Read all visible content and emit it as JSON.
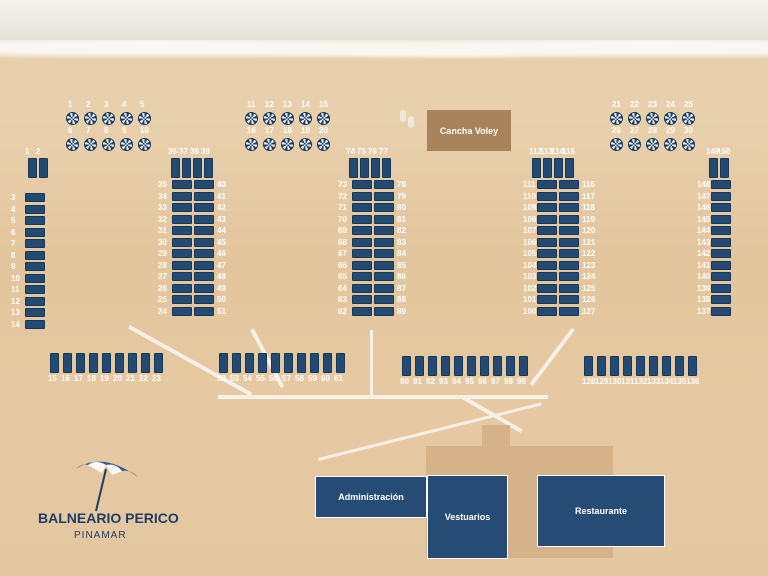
{
  "map_labels": {
    "cancha": "Cancha Voley",
    "administracion": "Administración",
    "vestuarios": "Vestuarios",
    "restaurante": "Restaurante"
  },
  "brand": {
    "title": "BALNEARIO PERICO",
    "subtitle": "PINAMAR"
  },
  "colors": {
    "lounger": "#224a73",
    "building": "#264c75",
    "sand": "#e6c9a2",
    "path": "#f6f0e6"
  },
  "umbrella_groups": [
    {
      "top": [
        "1",
        "2",
        "3",
        "4",
        "5"
      ],
      "bottom": [
        "6",
        "7",
        "8",
        "9",
        "10"
      ]
    },
    {
      "top": [
        "11",
        "12",
        "13",
        "14",
        "15"
      ],
      "bottom": [
        "16",
        "17",
        "18",
        "19",
        "20"
      ]
    },
    {
      "top": [
        "21",
        "22",
        "23",
        "24",
        "25"
      ],
      "bottom": [
        "26",
        "27",
        "28",
        "29",
        "30"
      ]
    }
  ],
  "lounger_groups": {
    "g1_top": [
      "1",
      "2"
    ],
    "g1_left": [
      "3",
      "4",
      "5",
      "6",
      "7",
      "8",
      "9",
      "10",
      "11",
      "12",
      "13",
      "14"
    ],
    "g2_top": [
      "36",
      "37",
      "38",
      "39"
    ],
    "g2_left": [
      "35",
      "34",
      "33",
      "32",
      "31",
      "30",
      "29",
      "28",
      "27",
      "26",
      "25",
      "24"
    ],
    "g2_right": [
      "40",
      "41",
      "42",
      "43",
      "44",
      "45",
      "46",
      "47",
      "48",
      "49",
      "50",
      "51"
    ],
    "g3_top": [
      "74",
      "75",
      "76",
      "77"
    ],
    "g3_left": [
      "73",
      "72",
      "71",
      "70",
      "69",
      "68",
      "67",
      "66",
      "65",
      "64",
      "63",
      "62"
    ],
    "g3_right": [
      "78",
      "79",
      "80",
      "81",
      "82",
      "83",
      "84",
      "85",
      "86",
      "87",
      "88",
      "89"
    ],
    "g4_top": [
      "112",
      "113",
      "114",
      "115"
    ],
    "g4_left": [
      "111",
      "110",
      "109",
      "108",
      "107",
      "106",
      "105",
      "104",
      "103",
      "102",
      "101",
      "100"
    ],
    "g4_right": [
      "116",
      "117",
      "118",
      "119",
      "120",
      "121",
      "122",
      "123",
      "124",
      "125",
      "126",
      "127"
    ],
    "g5_top": [
      "149",
      "150"
    ],
    "g5_right": [
      "148",
      "147",
      "146",
      "145",
      "144",
      "143",
      "142",
      "141",
      "140",
      "139",
      "138",
      "137"
    ],
    "row_a": [
      "15",
      "16",
      "17",
      "18",
      "19",
      "20",
      "21",
      "22",
      "23"
    ],
    "row_b": [
      "52",
      "53",
      "54",
      "55",
      "56",
      "57",
      "58",
      "59",
      "60",
      "61"
    ],
    "row_c": [
      "90",
      "91",
      "92",
      "93",
      "94",
      "95",
      "96",
      "97",
      "98",
      "99"
    ],
    "row_d": [
      "128",
      "129",
      "130",
      "131",
      "132",
      "133",
      "134",
      "135",
      "136"
    ]
  }
}
